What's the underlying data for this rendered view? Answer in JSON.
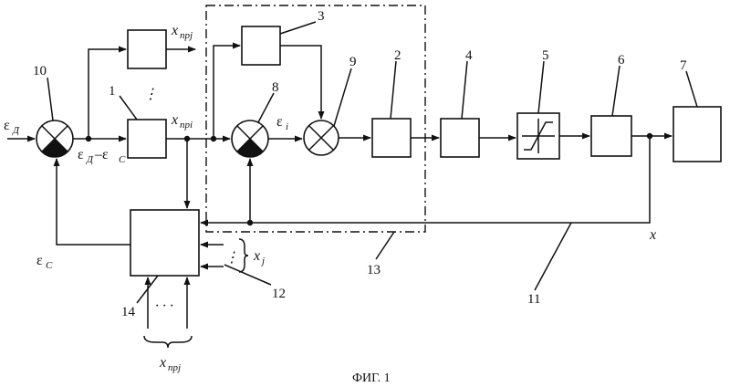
{
  "figure": {
    "caption": "ФИГ. 1"
  },
  "blocks": {
    "b1": "1",
    "b2": "2",
    "b3": "3",
    "b4": "4",
    "b5": "5",
    "b6": "6",
    "b7": "7",
    "b8": "8",
    "b9": "9",
    "b10": "10",
    "b11": "11",
    "b12": "12",
    "b13": "13",
    "b14": "14"
  },
  "signals": {
    "eps_d_main": "ε",
    "eps_d_sub": "Д",
    "eps_diff_a": "ε",
    "eps_diff_a_sub": "Д",
    "eps_diff_minus": " –ε",
    "eps_diff_b_sub": "С",
    "eps_c_main": "ε",
    "eps_c_sub": "С",
    "eps_i_main": "ε",
    "eps_i_sub": "i",
    "x_prj_top_main": "x",
    "x_prj_top_sub": "прj",
    "x_pri_main": "x",
    "x_pri_sub": "прi",
    "x_j_main": "x",
    "x_j_sub": "j",
    "x_prj_bottom_main": "x",
    "x_prj_bottom_sub": "прj",
    "x_feedback": "x",
    "vdots": "⋮",
    "hdots": "· · ·"
  }
}
